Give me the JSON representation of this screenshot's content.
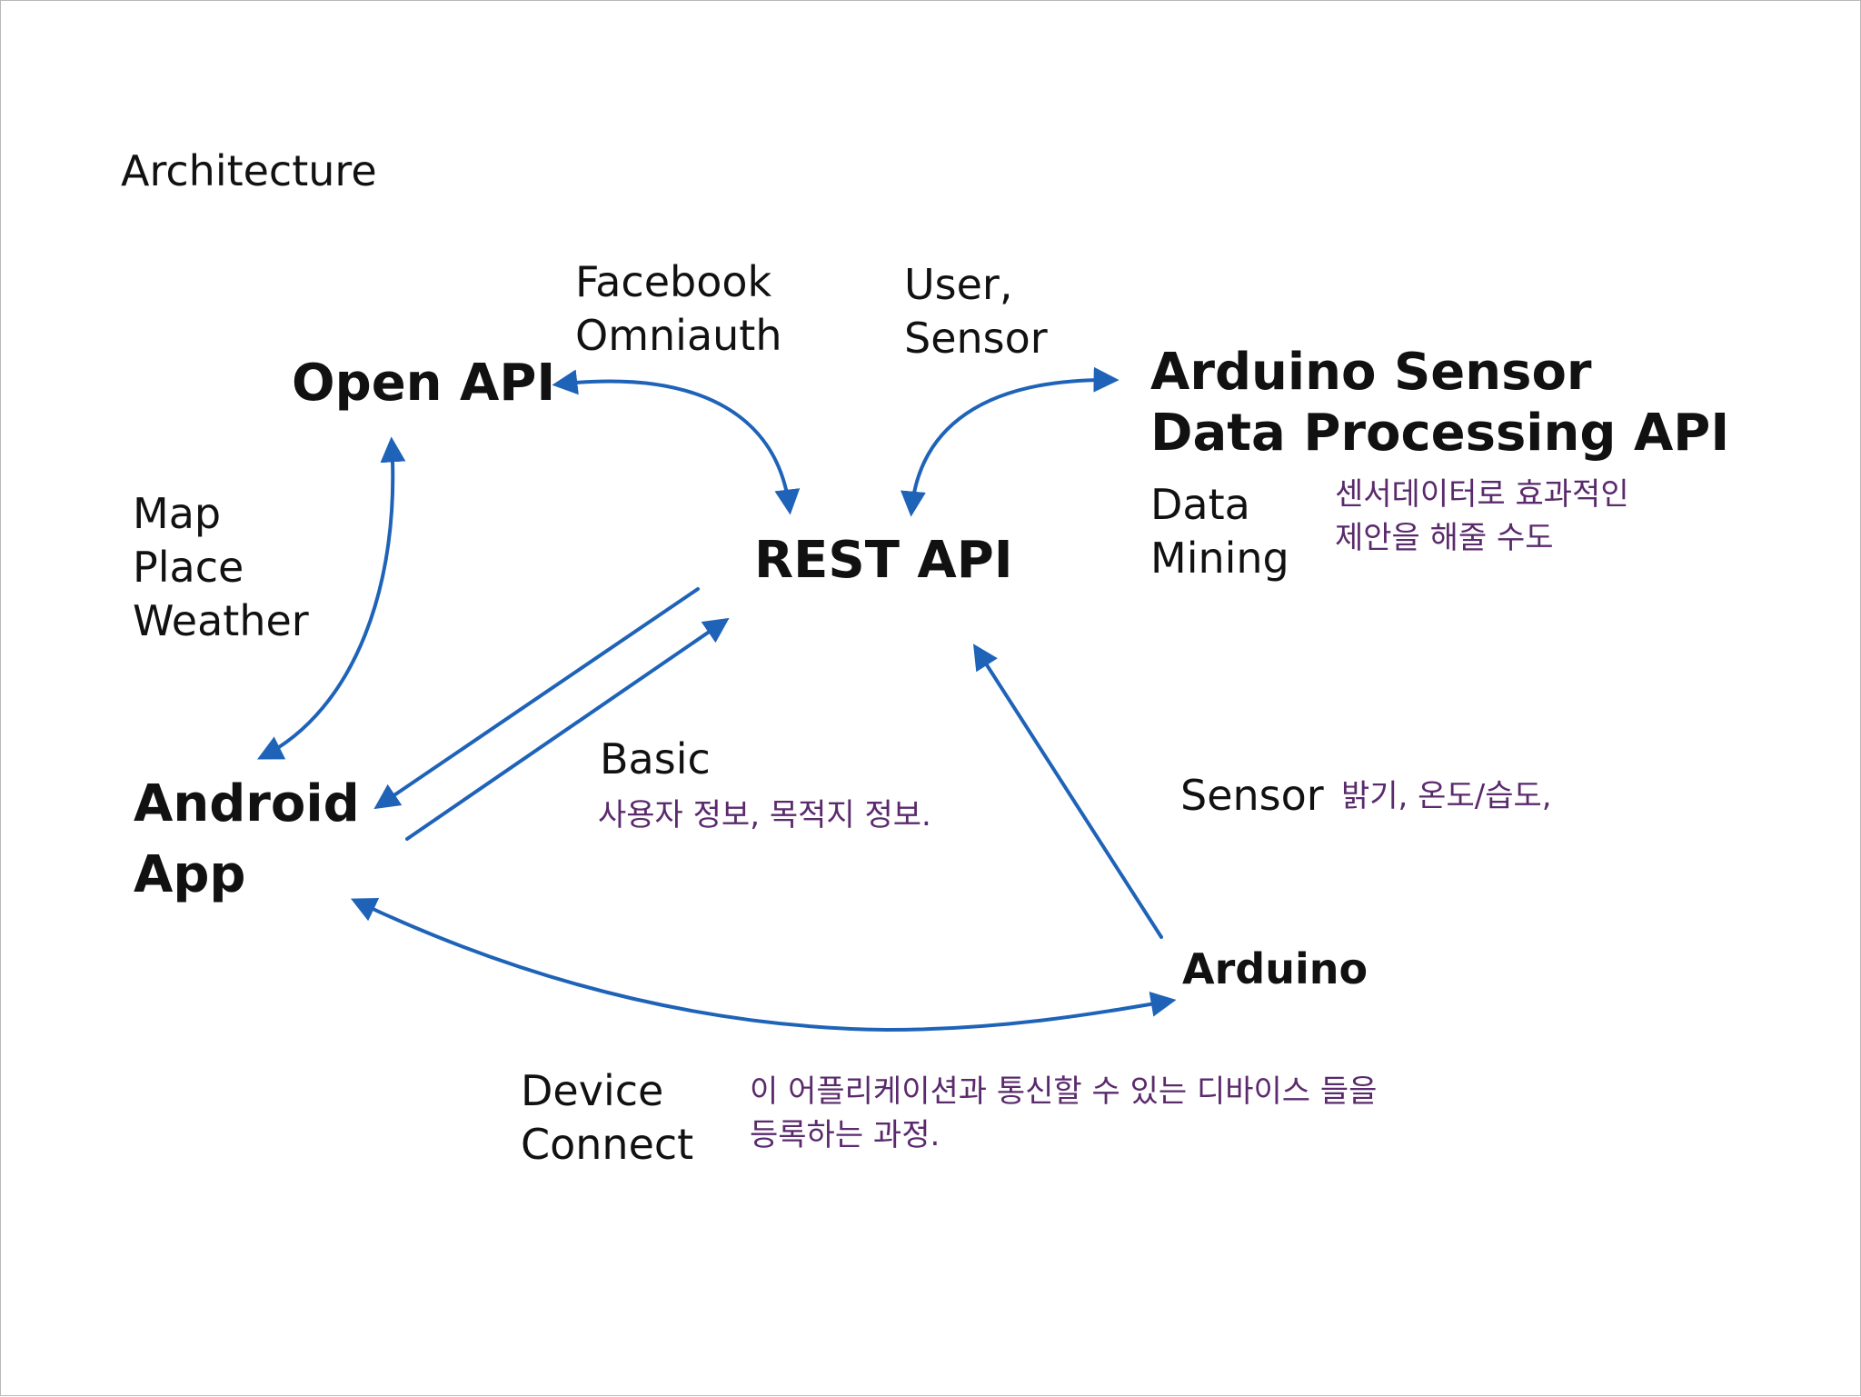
{
  "title": "Architecture",
  "nodes": {
    "open_api": "Open API",
    "rest_api": "REST API",
    "arduino_sensor_api": [
      "Arduino Sensor",
      "Data Processing API"
    ],
    "android_app": [
      "Android",
      "App"
    ],
    "arduino": "Arduino"
  },
  "labels": {
    "facebook_omniauth": [
      "Facebook",
      "Omniauth"
    ],
    "user_sensor": [
      "User,",
      "Sensor"
    ],
    "map_place_weather": [
      "Map",
      "Place",
      "Weather"
    ],
    "data_mining": [
      "Data",
      "Mining"
    ],
    "data_mining_note": [
      "센서데이터로 효과적인",
      "제안을 해줄 수도"
    ],
    "basic": "Basic",
    "basic_note": "사용자 정보, 목적지 정보.",
    "sensor": "Sensor",
    "sensor_note": "밝기, 온도/습도,",
    "device_connect": [
      "Device",
      "Connect"
    ],
    "device_connect_note": [
      "이 어플리케이션과 통신할 수 있는 디바이스 들을",
      "등록하는 과정."
    ]
  },
  "colors": {
    "arrow": "#1e63b8",
    "note_text": "#5a2a6c",
    "text": "#111111"
  }
}
